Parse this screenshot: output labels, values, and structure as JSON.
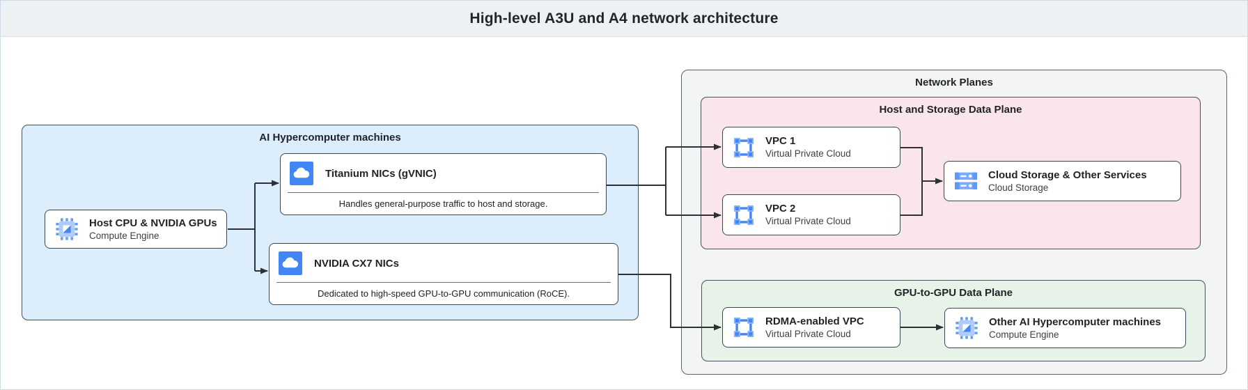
{
  "header": {
    "title": "High-level A3U and A4 network architecture"
  },
  "ai_hypercomputer": {
    "title": "AI Hypercomputer machines",
    "host": {
      "title": "Host CPU & NVIDIA GPUs",
      "subtitle": "Compute Engine"
    },
    "titanium": {
      "title": "Titanium NICs (gVNIC)",
      "description": "Handles general-purpose traffic to host and storage."
    },
    "cx7": {
      "title": "NVIDIA CX7 NICs",
      "description": "Dedicated to high-speed GPU-to-GPU communication (RoCE)."
    }
  },
  "network_planes": {
    "title": "Network Planes",
    "host_storage_plane": {
      "title": "Host and Storage Data Plane",
      "vpc1": {
        "title": "VPC 1",
        "subtitle": "Virtual Private Cloud"
      },
      "vpc2": {
        "title": "VPC 2",
        "subtitle": "Virtual Private Cloud"
      },
      "storage": {
        "title": "Cloud Storage & Other Services",
        "subtitle": "Cloud Storage"
      }
    },
    "gpu_plane": {
      "title": "GPU-to-GPU Data Plane",
      "rdma": {
        "title": "RDMA-enabled VPC",
        "subtitle": "Virtual Private Cloud"
      },
      "other": {
        "title": "Other AI Hypercomputer machines",
        "subtitle": "Compute Engine"
      }
    }
  },
  "icons": {
    "compute_engine": "compute-engine-chip-icon",
    "nic": "cloud-nic-icon",
    "vpc": "vpc-network-icon",
    "cloud_storage": "cloud-storage-icon"
  },
  "colors": {
    "accent_blue": "#4285f4",
    "light_blue": "#8ab4f8",
    "blue_container": "#dcedfb",
    "pink_container": "#fbe5ec",
    "green_container": "#e7f3e9",
    "gray_container": "#f3f4f4",
    "header_bar": "#edf1f4",
    "connector": "#2b3136"
  }
}
